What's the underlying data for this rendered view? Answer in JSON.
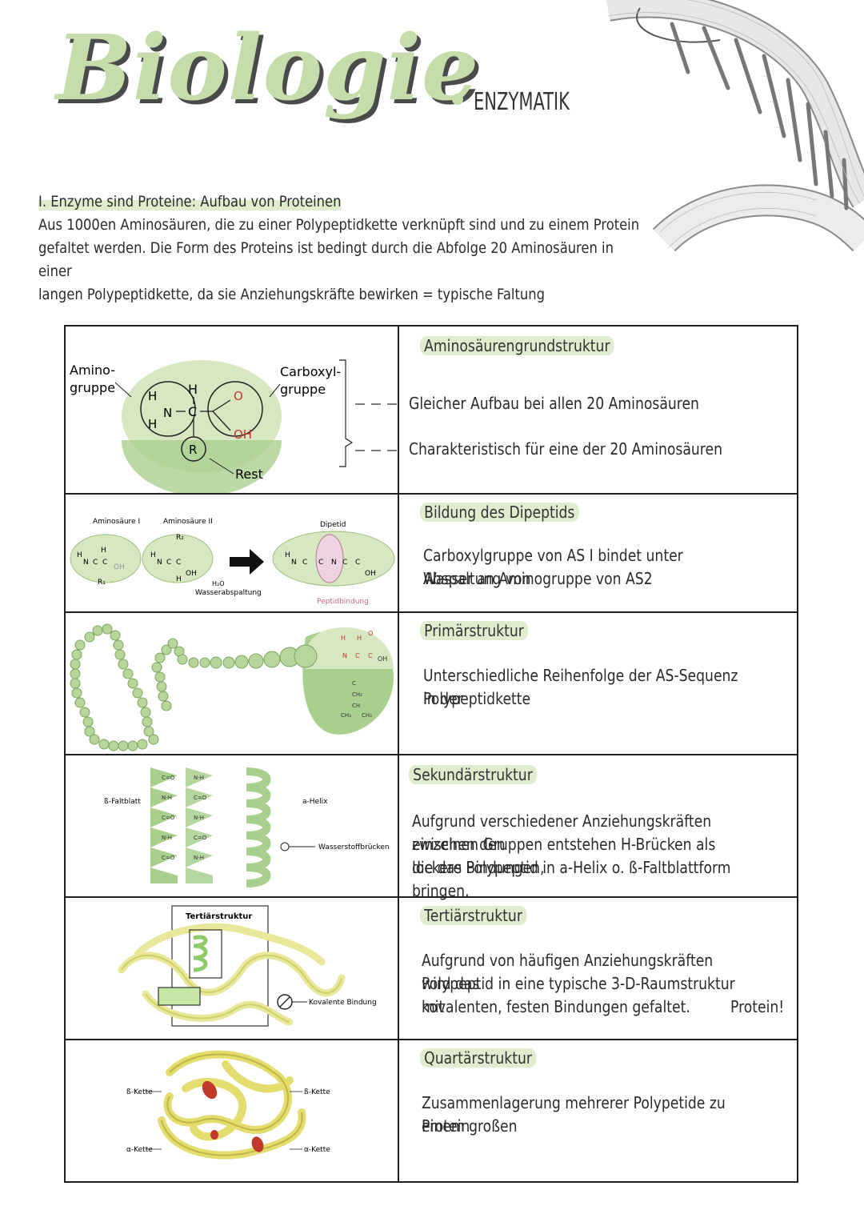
{
  "header": {
    "title": "Biologie",
    "subtitle": "ENZYMATIK"
  },
  "intro": {
    "heading": "I. Enzyme sind Proteine: Aufbau von Proteinen",
    "lines": [
      "Aus 1000en Aminosäuren, die zu einer Polypeptidkette verknüpft sind und zu einem Protein",
      "gefaltet werden. Die Form des Proteins ist bedingt durch die Abfolge 20 Aminosäuren in einer",
      "langen Polypeptidkette, da sie Anziehungskräfte bewirken = typische Faltung"
    ]
  },
  "rows": [
    {
      "heading": "Aminosäurengrundstruktur",
      "lines": [
        "Gleicher Aufbau bei allen 20 Aminosäuren",
        "Charakteristisch für eine der 20 Aminosäuren"
      ],
      "diagram": {
        "label_amino_1": "Amino-",
        "label_amino_2": "gruppe",
        "label_carboxyl_1": "Carboxyl-",
        "label_carboxyl_2": "gruppe",
        "label_rest": "Rest",
        "atom_h": "H",
        "atom_n": "N",
        "atom_c": "C",
        "atom_o": "O",
        "atom_oh": "OH",
        "atom_r": "R"
      }
    },
    {
      "heading": "Bildung des Dipeptids",
      "lines": [
        "Carboxylgruppe von AS I bindet unter Abspaltung von",
        "Wasser an Aminogruppe von AS2"
      ],
      "diagram": {
        "as1": "Aminosäure I",
        "as2": "Aminosäure II",
        "dipeptid": "Dipetid",
        "water": "H₂O",
        "water_label": "Wasserabspaltung",
        "bond": "Peptidbindung",
        "r1": "R₁",
        "r2": "R₂"
      }
    },
    {
      "heading": "Primärstruktur",
      "lines": [
        "Unterschiedliche Reihenfolge der AS-Sequenz in der",
        "Polypeptidkette"
      ]
    },
    {
      "heading": "Sekundärstruktur",
      "lines": [
        "Aufgrund verschiedener Anziehungskräften zwischen den",
        "einzelnen Gruppen entstehen H-Brücken als lockere Bindungen,",
        "die das Polypeptid in a-Helix o. ß-Faltblattform bringen."
      ],
      "diagram": {
        "sheet": "ß-Faltblatt",
        "helix": "a-Helix",
        "hbond": "Wasserstoffbrücken"
      }
    },
    {
      "heading": "Tertiärstruktur",
      "lines": [
        "Aufgrund von häufigen Anziehungskräften wird das",
        "Polypeptid in eine typische 3-D-Raumstruktur mit",
        "kovalenten, festen Bindungen gefaltet."
      ],
      "note": "Protein!",
      "diagram": {
        "title": "Tertiärstruktur",
        "covalent": "Kovalente Bindung"
      }
    },
    {
      "heading": "Quartärstruktur",
      "lines": [
        "Zusammenlagerung mehrerer Polypetide zu einem großen",
        "Protein"
      ],
      "diagram": {
        "beta_left": "ß-Kette",
        "beta_right": "ß-Kette",
        "alpha_left": "α-Kette",
        "alpha_right": "α-Kette"
      }
    }
  ]
}
